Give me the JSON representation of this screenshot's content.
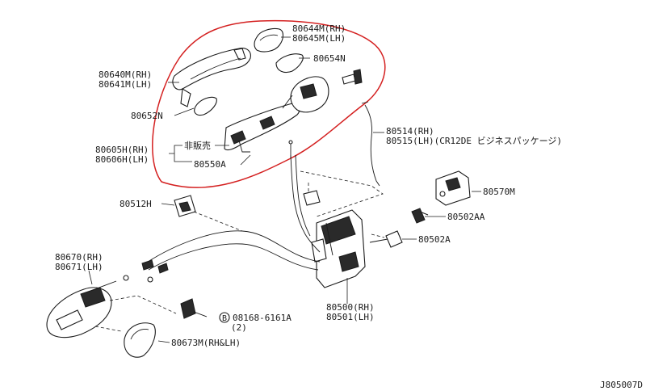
{
  "diagram": {
    "figure_code": "J805007D",
    "parts": {
      "p80644": {
        "line1": "80644M(RH)",
        "line2": "80645M(LH)"
      },
      "p80654": {
        "line1": "80654N"
      },
      "p80640": {
        "line1": "80640M(RH)",
        "line2": "80641M(LH)"
      },
      "p80652": {
        "line1": "80652N"
      },
      "p80605": {
        "line1": "80605H(RH)",
        "line2": "80606H(LH)"
      },
      "not_sold": {
        "line1": "非販売"
      },
      "p80550": {
        "line1": "80550A"
      },
      "p80514": {
        "line1": "80514(RH)",
        "line2": "80515(LH)(CR12DE ビジネスパッケージ)"
      },
      "p80570": {
        "line1": "80570M"
      },
      "p80502aa": {
        "line1": "80502AA"
      },
      "p80502a": {
        "line1": "80502A"
      },
      "p80512": {
        "line1": "80512H"
      },
      "p80670": {
        "line1": "80670(RH)",
        "line2": "80671(LH)"
      },
      "p08168": {
        "badge": "B",
        "line1": "08168-6161A",
        "line2": "(2)"
      },
      "p80500": {
        "line1": "80500(RH)",
        "line2": "80501(LH)"
      },
      "p80673": {
        "line1": "80673M(RH&LH)"
      }
    },
    "colors": {
      "highlight": "#d42020",
      "ink": "#1a1a1a"
    }
  }
}
